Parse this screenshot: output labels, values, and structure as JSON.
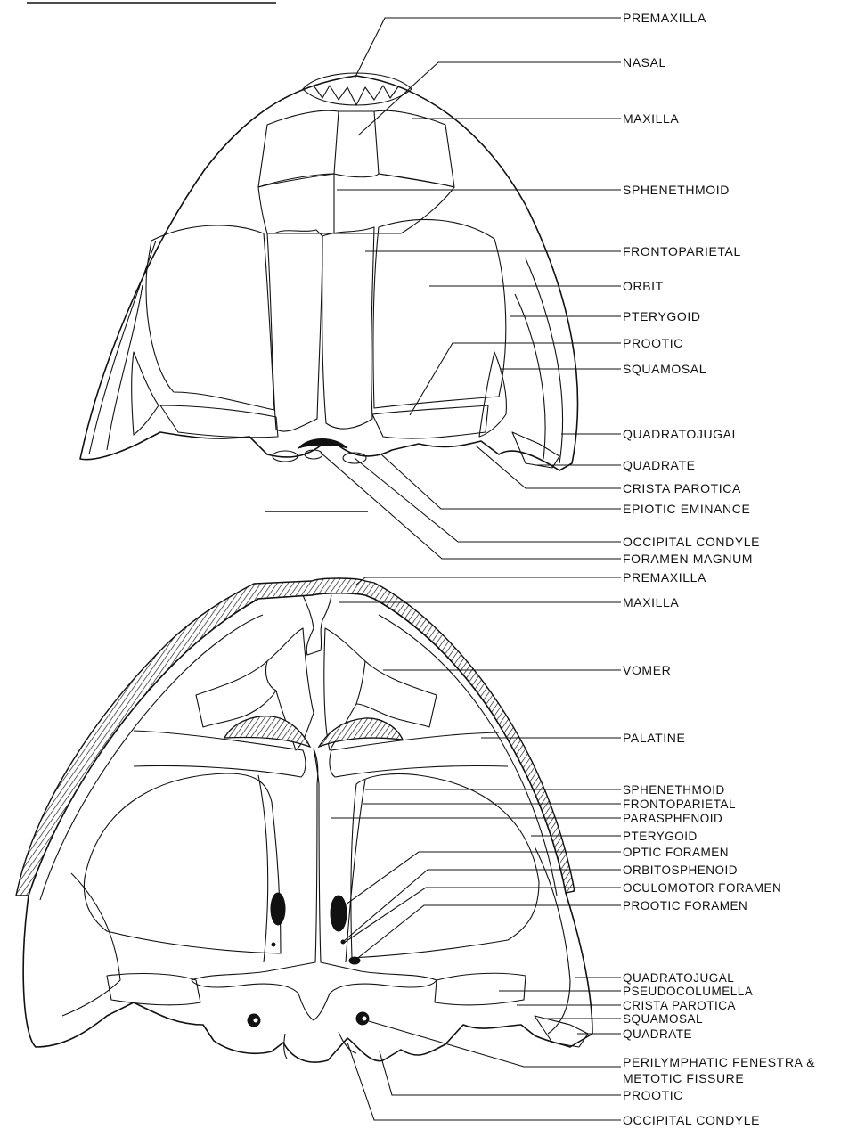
{
  "dorsal_view": {
    "labels": [
      "PREMAXILLA",
      "NASAL",
      "MAXILLA",
      "SPHENETHMOID",
      "FRONTOPARIETAL",
      "ORBIT",
      "PTERYGOID",
      "PROOTIC",
      "SQUAMOSAL",
      "QUADRATOJUGAL",
      "QUADRATE",
      "CRISTA PAROTICA",
      "EPIOTIC EMINANCE",
      "OCCIPITAL CONDYLE",
      "FORAMEN MAGNUM"
    ]
  },
  "ventral_view": {
    "labels": [
      "PREMAXILLA",
      "MAXILLA",
      "VOMER",
      "PALATINE",
      "SPHENETHMOID",
      "FRONTOPARIETAL",
      "PARASPHENOID",
      "PTERYGOID",
      "OPTIC FORAMEN",
      "ORBITOSPHENOID",
      "OCULOMOTOR FORAMEN",
      "PROOTIC FORAMEN",
      "QUADRATOJUGAL",
      "PSEUDOCOLUMELLA",
      "CRISTA PAROTICA",
      "SQUAMOSAL",
      "QUADRATE",
      "PERILYMPHATIC FENESTRA &",
      "METOTIC FISSURE",
      "PROOTIC",
      "OCCIPITAL CONDYLE"
    ]
  }
}
